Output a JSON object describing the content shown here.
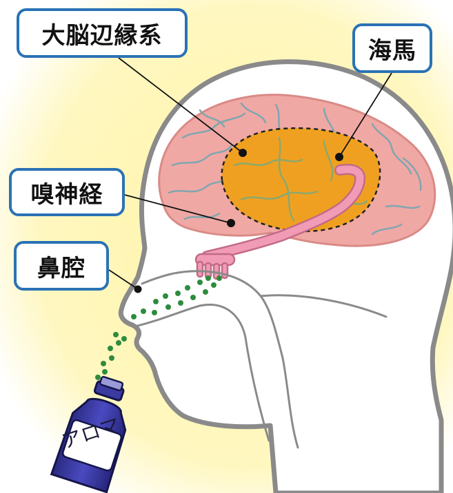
{
  "labels": {
    "limbic_system": "大脳辺縁系",
    "hippocampus": "海馬",
    "olfactory_nerve": "嗅神経",
    "nasal_cavity": "鼻腔"
  },
  "bottle": {
    "label": "アロマ"
  },
  "colors": {
    "background_glow": "#fff7b8",
    "head_outline": "#8a8a8a",
    "brain": "#f0a8a4",
    "limbic": "#f0a020",
    "nerve": "#f19bb6",
    "label_border": "#2a72b5",
    "aroma_dots": "#2e8b3e",
    "bottle": "#3c3ca0"
  }
}
